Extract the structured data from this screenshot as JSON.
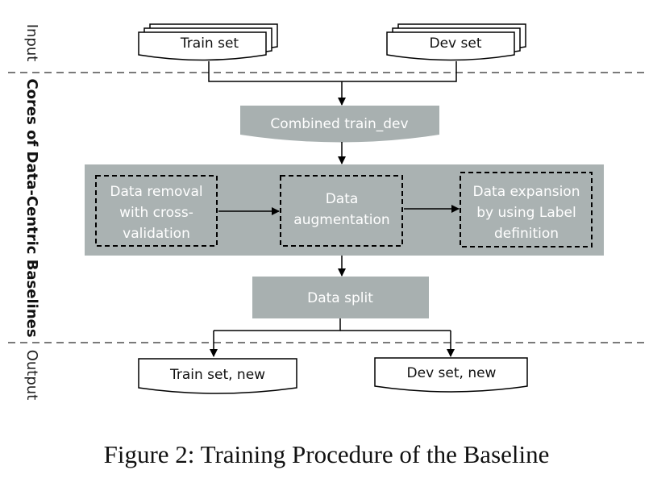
{
  "diagram": {
    "section_labels": {
      "input": "Input",
      "cores": "Cores of Data-Centric Baselines",
      "output": "Output"
    },
    "inputs": {
      "train": "Train set",
      "dev": "Dev set"
    },
    "combined": "Combined train_dev",
    "steps": {
      "removal": [
        "Data removal",
        "with cross-",
        "validation"
      ],
      "augmentation": [
        "Data",
        "augmentation"
      ],
      "expansion": [
        "Data expansion",
        "by using Label",
        "definition"
      ]
    },
    "split": "Data split",
    "outputs": {
      "train": "Train set,  new",
      "dev": "Dev set, new"
    },
    "colors": {
      "gray_box": "#a8b0b0",
      "band": "#aab2b2",
      "line": "#000000",
      "dash": "#7a7a7a"
    }
  },
  "caption": "Figure 2: Training Procedure of the Baseline"
}
